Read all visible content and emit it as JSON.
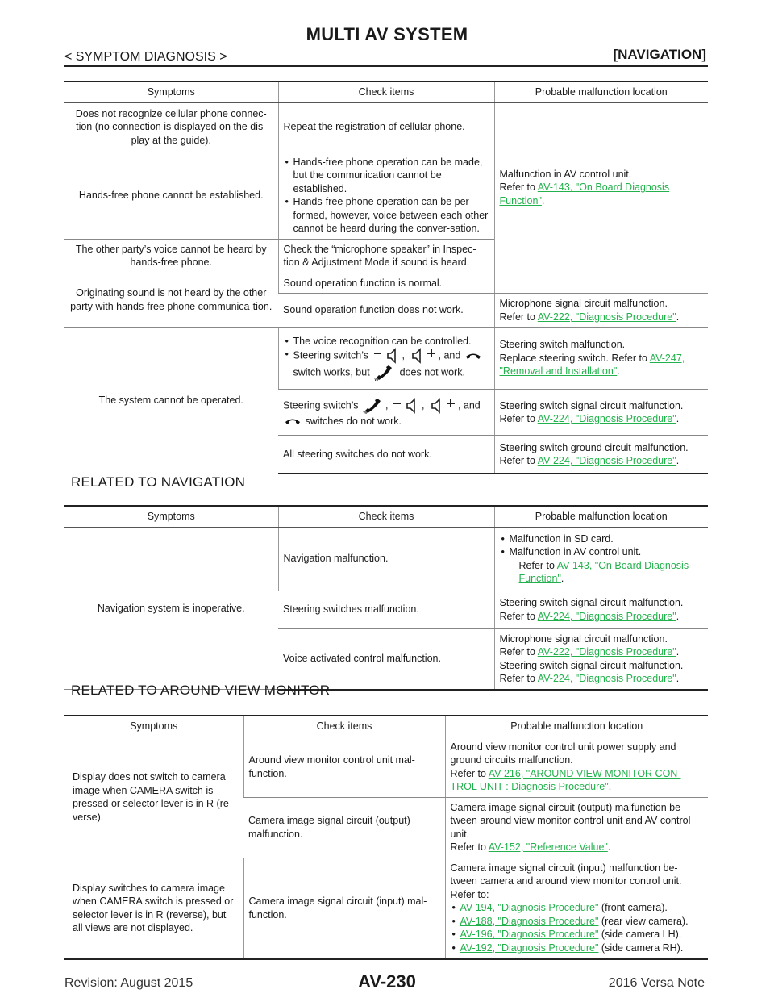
{
  "header": {
    "title": "MULTI AV SYSTEM",
    "breadcrumb": "< SYMPTOM DIAGNOSIS >",
    "category": "[NAVIGATION]"
  },
  "columns": {
    "symptoms": "Symptoms",
    "check_items": "Check items",
    "probable": "Probable malfunction location"
  },
  "table1": {
    "r1_symptom": "Does not recognize cellular phone connec-tion (no connection is displayed on the dis-play at the guide).",
    "r1_check": "Repeat the registration of cellular phone.",
    "r1_probable": "Malfunction in AV control unit.",
    "r1_refer": "Refer to ",
    "r1_link": "AV-143, \"On Board Diagnosis Function\"",
    "r2_symptom": "Hands-free phone cannot be established.",
    "r2_check_1": "Hands-free phone operation can be made, but the communication cannot be established.",
    "r2_check_2": "Hands-free phone operation can be per-formed, however, voice between each other cannot be heard during the conver-sation.",
    "r3_symptom": "The other party’s voice cannot be heard by hands-free phone.",
    "r3_check": "Check the “microphone speaker” in Inspec-tion & Adjustment Mode if sound is heard.",
    "r4_symptom": "Originating sound is not heard by the other party with hands-free phone communica-tion.",
    "r4_check_a": "Sound operation function is normal.",
    "r4_check_b": "Sound operation function does not work.",
    "r4_probable": "Microphone signal circuit malfunction.",
    "r4_link": "AV-222, \"Diagnosis Procedure\"",
    "r5_symptom": "The system cannot be operated.",
    "r5_check_1": "The voice recognition can be controlled.",
    "r5_check_2a": "Steering switch’s",
    "r5_and": ", and",
    "r5_check_2b": "switch works, but",
    "r5_check_2c": "does not work.",
    "r5_probable_1": "Steering switch malfunction.",
    "r5_probable_1b": "Replace steering switch. Refer to ",
    "r5_link_1": "AV-247, \"Removal and Installation\"",
    "r5_check_3a": "Steering switch’s",
    "r5_check_3b": "switches do not work.",
    "r5_probable_2": "Steering switch signal circuit malfunction.",
    "r5_link_2": "AV-224, \"Diagnosis Procedure\"",
    "r5_check_4": "All steering switches do not work.",
    "r5_probable_3": "Steering switch ground circuit malfunction.",
    "r5_link_3": "AV-224, \"Diagnosis Procedure\""
  },
  "section2": {
    "title": "RELATED TO NAVIGATION",
    "r1_symptom": "Navigation system is inoperative.",
    "r1_check": "Navigation malfunction.",
    "r1_prob_1": "Malfunction in SD card.",
    "r1_prob_2": "Malfunction in AV control unit.",
    "r1_link": "AV-143, \"On Board Diagnosis Function\"",
    "r2_check": "Steering switches malfunction.",
    "r2_prob": "Steering switch signal circuit malfunction.",
    "r2_link": "AV-224, \"Diagnosis Procedure\"",
    "r3_check": "Voice activated control malfunction.",
    "r3_prob_1": "Microphone signal circuit malfunction.",
    "r3_link_1": "AV-222, \"Diagnosis Procedure\"",
    "r3_prob_2": "Steering switch signal circuit malfunction.",
    "r3_link_2": "AV-224, \"Diagnosis Procedure\""
  },
  "section3": {
    "title": "RELATED TO AROUND VIEW MONITOR",
    "r1_symptom": "Display does not switch to camera image when CAMERA switch is pressed or selector lever is in R (re-verse).",
    "r1_check": "Around view monitor control unit mal-function.",
    "r1_prob": "Around view monitor control unit power supply and ground circuits malfunction.",
    "r1_link": "AV-216, \"AROUND VIEW MONITOR CON-TROL UNIT : Diagnosis Procedure\"",
    "r2_check": "Camera image signal circuit (output) malfunction.",
    "r2_prob": "Camera image signal circuit (output) malfunction be-tween around view monitor control unit and AV control unit.",
    "r2_link": "AV-152, \"Reference Value\"",
    "r3_symptom": "Display switches to camera image when CAMERA switch is pressed or selector lever is in R (reverse), but all views are not displayed.",
    "r3_check": "Camera image signal circuit (input) mal-function.",
    "r3_prob": "Camera image signal circuit (input) malfunction be-tween camera and around view monitor control unit.",
    "r3_refer_to": "Refer to:",
    "r3_link_1": "AV-194, \"Diagnosis Procedure\"",
    "r3_note_1": " (front camera).",
    "r3_link_2": "AV-188, \"Diagnosis Procedure\"",
    "r3_note_2": " (rear view camera).",
    "r3_link_3": "AV-196, \"Diagnosis Procedure\"",
    "r3_note_3": " (side camera LH).",
    "r3_link_4": "AV-192, \"Diagnosis Procedure\"",
    "r3_note_4": " (side camera RH)."
  },
  "common": {
    "refer_to": "Refer to ",
    "period": "."
  },
  "footer": {
    "revision": "Revision: August 2015",
    "page": "AV-230",
    "model": "2016 Versa Note"
  },
  "icons": {
    "vol_minus": "volume-down-icon",
    "vol_plus": "volume-up-icon",
    "hangup": "phone-hangup-icon",
    "pickup": "phone-pickup-icon",
    "link_color": "#22b14c"
  }
}
